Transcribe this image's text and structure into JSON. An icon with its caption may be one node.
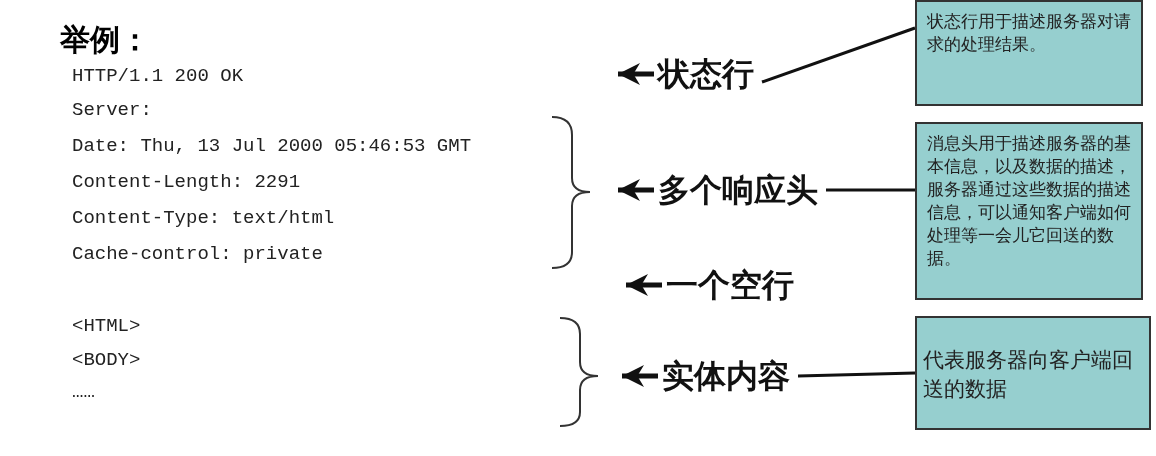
{
  "diagram": {
    "title": "举例：",
    "nodes": [
      {
        "text": [
          "状态行"
        ]
      },
      {
        "text": [
          "多个响应头"
        ]
      },
      {
        "text": [
          "一个空行"
        ]
      },
      {
        "text": [
          "实体内容"
        ]
      },
      {
        "text": [
          "状态行用于描述服务器对请求的处理结果。"
        ]
      },
      {
        "text": [
          "消息头用于描述服务器的基本信息，以及数据的描述，服务器通过这些数据的描述信息，可以通知客户端如何处理等一会儿它回送的数据。"
        ]
      },
      {
        "text": [
          "代表服务器向客户端回送的数据"
        ]
      }
    ],
    "edges": [
      {
        "from": 0,
        "to": null,
        "arrow": "to"
      },
      {
        "from": 1,
        "to": null,
        "arrow": "to"
      },
      {
        "from": 2,
        "to": null,
        "arrow": "to"
      },
      {
        "from": 3,
        "to": null,
        "arrow": "to"
      },
      {
        "from": 0,
        "to": 4,
        "arrow": "none"
      },
      {
        "from": 1,
        "to": 5,
        "arrow": "none"
      },
      {
        "from": 3,
        "to": 6,
        "arrow": "none"
      }
    ],
    "labels": [
      "HTTP/1.1 200 OK",
      "Server:",
      "Date: Thu, 13 Jul 2000 05:46:53 GMT",
      "Content-Length: 2291",
      "Content-Type: text/html",
      "Cache-control: private",
      "<HTML>",
      "<BODY>",
      "……"
    ]
  }
}
